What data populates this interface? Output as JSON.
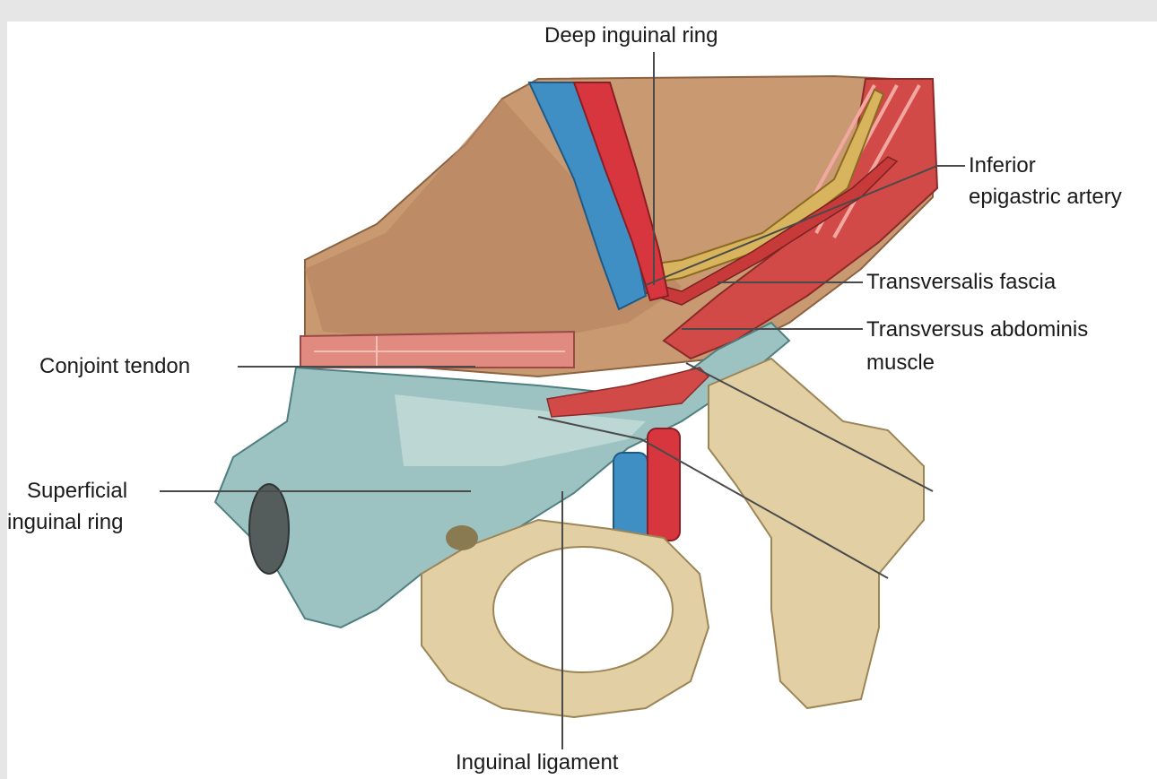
{
  "labels": {
    "deep_inguinal_ring": "Deep inguinal ring",
    "inferior_epigastric_artery_line1": "Inferior",
    "inferior_epigastric_artery_line2": "epigastric artery",
    "transversalis_fascia": "Transversalis fascia",
    "transversus_abdominis_line1": "Transversus abdominis",
    "transversus_abdominis_line2": "muscle",
    "conjoint_tendon": "Conjoint tendon",
    "superficial_inguinal_ring_line1": "Superficial",
    "superficial_inguinal_ring_line2": "inguinal ring",
    "inguinal_ligament": "Inguinal ligament"
  },
  "colors": {
    "frame": "#e6e6e6",
    "panel": "#ffffff",
    "muscle_tan": "#c99a72",
    "muscle_red": "#d24a48",
    "vein_blue": "#3f8fc4",
    "artery_red": "#d8363f",
    "fascia_teal": "#9cc3c2",
    "bone": "#e2cfa4",
    "leader_line": "#4a4a4a"
  }
}
